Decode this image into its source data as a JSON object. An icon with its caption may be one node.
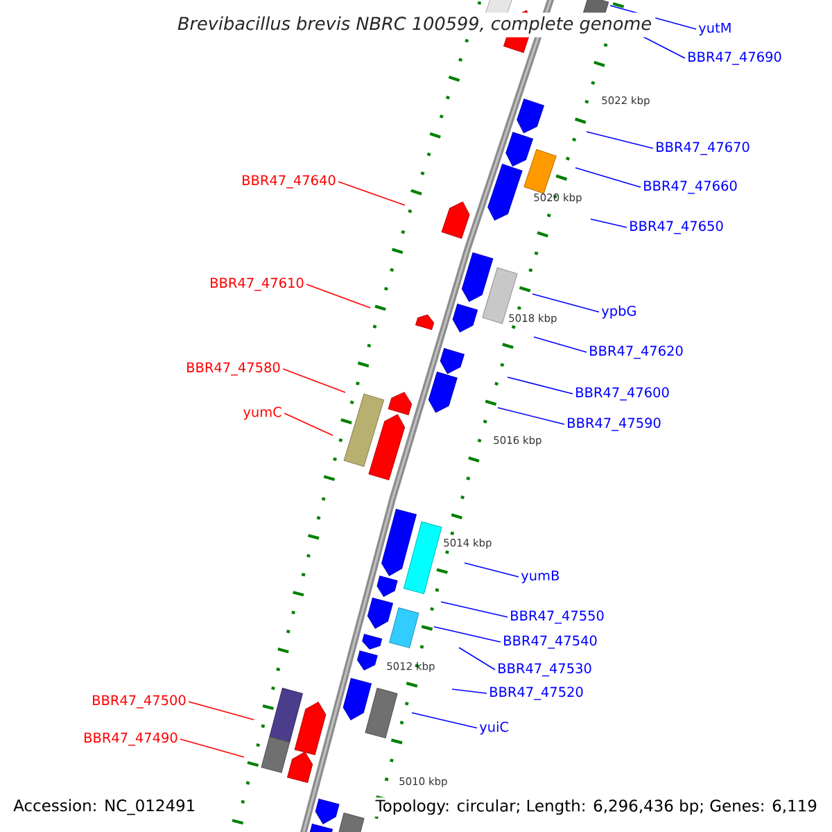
{
  "diagram": {
    "title": "*Brevibacillus brevis NBRC 100599, complete genome*",
    "nodes": [
      {
        "text": [
          "yutM"
        ]
      },
      {
        "text": [
          "BBR47_47690"
        ]
      },
      {
        "text": [
          "BBR47_47670"
        ]
      },
      {
        "text": [
          "BBR47_47660"
        ]
      },
      {
        "text": [
          "BBR47_47640"
        ]
      },
      {
        "text": [
          "BBR47_47650"
        ]
      },
      {
        "text": [
          "BBR47_47610"
        ]
      },
      {
        "text": [
          "ypbG"
        ]
      },
      {
        "text": [
          "BBR47_47620"
        ]
      },
      {
        "text": [
          "BBR47_47580"
        ]
      },
      {
        "text": [
          "BBR47_47600"
        ]
      },
      {
        "text": [
          "BBR47_47590"
        ]
      },
      {
        "text": [
          "yumC"
        ]
      },
      {
        "text": [
          "yumB"
        ]
      },
      {
        "text": [
          "BBR47_47550"
        ]
      },
      {
        "text": [
          "BBR47_47540"
        ]
      },
      {
        "text": [
          "BBR47_47530"
        ]
      },
      {
        "text": [
          "BBR47_47520"
        ]
      },
      {
        "text": [
          "BBR47_47500"
        ]
      },
      {
        "text": [
          "yuiC"
        ]
      },
      {
        "text": [
          "BBR47_47490"
        ]
      }
    ],
    "edges": [
      {
        "from": 0,
        "to": null,
        "arrow": "none"
      },
      {
        "from": 1,
        "to": null,
        "arrow": "none"
      },
      {
        "from": 2,
        "to": null,
        "arrow": "none"
      },
      {
        "from": 3,
        "to": null,
        "arrow": "none"
      },
      {
        "from": 4,
        "to": null,
        "arrow": "none",
        "color": "#ff0000"
      },
      {
        "from": 5,
        "to": null,
        "arrow": "none"
      },
      {
        "from": 6,
        "to": null,
        "arrow": "none",
        "color": "#ff0000"
      },
      {
        "from": 7,
        "to": null,
        "arrow": "none"
      },
      {
        "from": 8,
        "to": null,
        "arrow": "none"
      },
      {
        "from": 9,
        "to": null,
        "arrow": "none",
        "color": "#ff0000"
      },
      {
        "from": 10,
        "to": null,
        "arrow": "none"
      },
      {
        "from": 11,
        "to": null,
        "arrow": "none"
      },
      {
        "from": 12,
        "to": null,
        "arrow": "none",
        "color": "#ff0000"
      },
      {
        "from": 13,
        "to": null,
        "arrow": "none"
      },
      {
        "from": 14,
        "to": null,
        "arrow": "none"
      },
      {
        "from": 15,
        "to": null,
        "arrow": "none"
      },
      {
        "from": 16,
        "to": null,
        "arrow": "none"
      },
      {
        "from": 17,
        "to": null,
        "arrow": "none"
      },
      {
        "from": 18,
        "to": null,
        "arrow": "none",
        "color": "#ff0000"
      },
      {
        "from": 19,
        "to": null,
        "arrow": "none"
      },
      {
        "from": 20,
        "to": null,
        "arrow": "none",
        "color": "#ff0000"
      }
    ],
    "labels": [
      "5022 kbp",
      "5020 kbp",
      "5018 kbp",
      "5016 kbp",
      "5014 kbp",
      "5012 kbp",
      "5010 kbp",
      "Accession: NC_012491",
      "Topology: circular; Length: 6,296,436 bp; Genes: 6,119"
    ]
  }
}
